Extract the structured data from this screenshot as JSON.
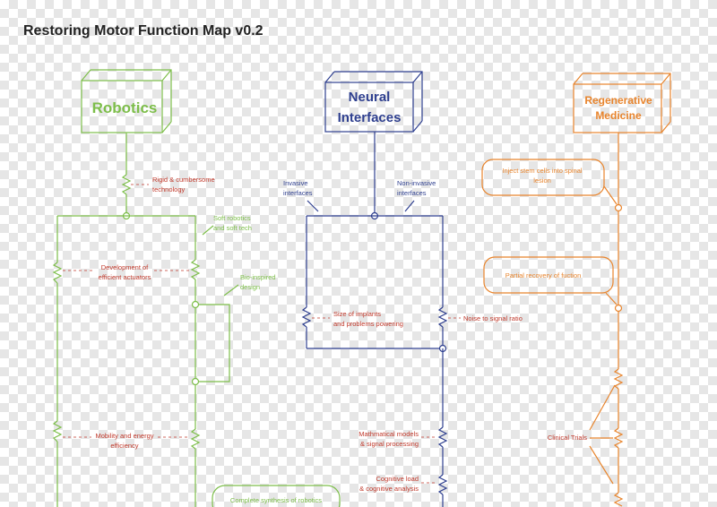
{
  "title": "Restoring Motor Function Map v0.2",
  "colors": {
    "robotics": "#7dbe4a",
    "neural": "#2e3f8f",
    "regen": "#e8842c",
    "label_red": "#c0392b"
  },
  "robotics": {
    "heading": "Robotics",
    "labels": {
      "rigid_line1": "Rigid & cumbersome",
      "rigid_line2": "technology",
      "soft_line1": "Soft robotics",
      "soft_line2": "and soft tech",
      "actuators_line1": "Development of",
      "actuators_line2": "efficient actuators",
      "bio_line1": "Bio-inspired",
      "bio_line2": "design",
      "mobility_line1": "Mobility and energy",
      "mobility_line2": "efficiency",
      "synthesis": "Complete synthesis of robotics"
    }
  },
  "neural": {
    "heading_line1": "Neural",
    "heading_line2": "Interfaces",
    "labels": {
      "invasive_line1": "Invasive",
      "invasive_line2": "interfaces",
      "noninvasive_line1": "Non-invasive",
      "noninvasive_line2": "interfaces",
      "implants_line1": "Size of implants",
      "implants_line2": "and problems powering",
      "noise": "Noise to signal ratio",
      "math_line1": "Mathmatical models",
      "math_line2": "& signal processing",
      "cognitive_line1": "Cognitive load",
      "cognitive_line2": "& cognitive analysis"
    }
  },
  "regen": {
    "heading_line1": "Regenerative",
    "heading_line2": "Medicine",
    "labels": {
      "stem_line1": "Inject stem cells into spinal",
      "stem_line2": "lesion",
      "partial": "Partial recovery of fuction",
      "trials": "Clinical Trials"
    }
  }
}
